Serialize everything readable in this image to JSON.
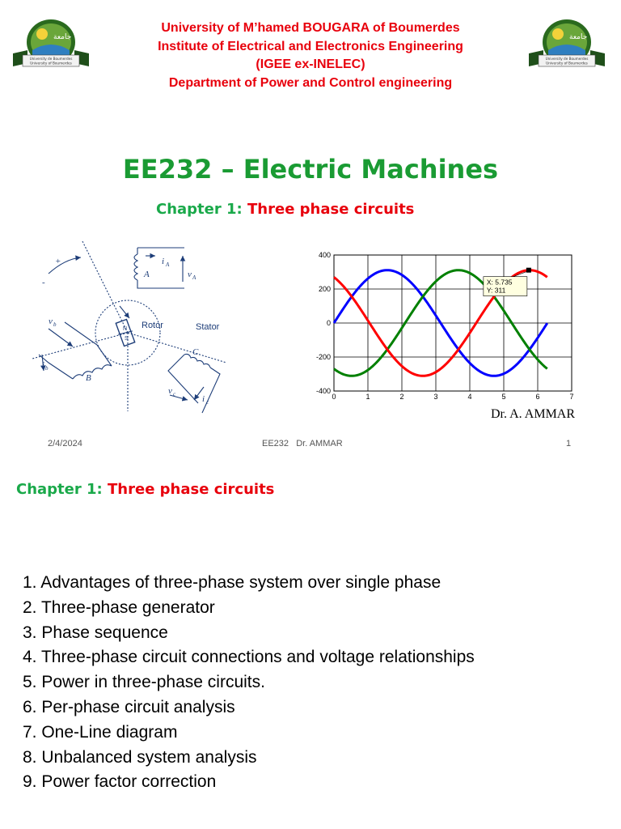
{
  "header": {
    "line1": "University of M’hamed BOUGARA of Boumerdes",
    "line2": "Institute of Electrical and Electronics Engineering",
    "line3": "(IGEE ex-INELEC)",
    "line4": "Department of Power and Control engineering"
  },
  "logo": {
    "caption1": "University de Boumerdes",
    "caption2": "University of Boumerdes"
  },
  "title": "EE232 – Electric Machines",
  "chapter": {
    "prefix": "Chapter 1:",
    "name": "Three phase circuits"
  },
  "diagram": {
    "labels": [
      "+",
      "-",
      "A",
      "B",
      "C",
      "Rotor",
      "Stator",
      "N",
      "S",
      "i",
      "A",
      "v",
      "A",
      "v",
      "b",
      "i",
      "b",
      "v",
      "c",
      "i",
      "c"
    ]
  },
  "chart_data": {
    "type": "line",
    "x_range": [
      0,
      7
    ],
    "xlim": [
      0,
      7
    ],
    "ylim": [
      -400,
      400
    ],
    "x_ticks": [
      "0",
      "1",
      "2",
      "3",
      "4",
      "5",
      "6",
      "7"
    ],
    "y_ticks": [
      "400",
      "200",
      "0",
      "-200",
      "-400"
    ],
    "grid": true,
    "series": [
      {
        "color": "#0000ff",
        "amplitude": 311,
        "phase_deg": 0,
        "x_end": 6.28
      },
      {
        "color": "#008000",
        "amplitude": 311,
        "phase_deg": -120,
        "x_end": 6.28
      },
      {
        "color": "#ff0000",
        "amplitude": 311,
        "phase_deg": 120,
        "x_end": 6.28
      }
    ],
    "datatip": {
      "x_label": "X: 5.735",
      "y_label": "Y: 311",
      "x": 5.735,
      "y": 311
    }
  },
  "author": "Dr. A. AMMAR",
  "footer": {
    "date": "2/4/2024",
    "center": "EE232   Dr. AMMAR",
    "page": "1"
  },
  "toc": [
    "1. Advantages of three-phase system over single phase",
    "2. Three-phase generator",
    "3. Phase sequence",
    "4. Three-phase circuit connections and voltage relationships",
    "5. Power in three-phase circuits.",
    "6. Per-phase circuit analysis",
    "7. One-Line diagram",
    "8. Unbalanced system analysis",
    "9. Power factor correction"
  ]
}
